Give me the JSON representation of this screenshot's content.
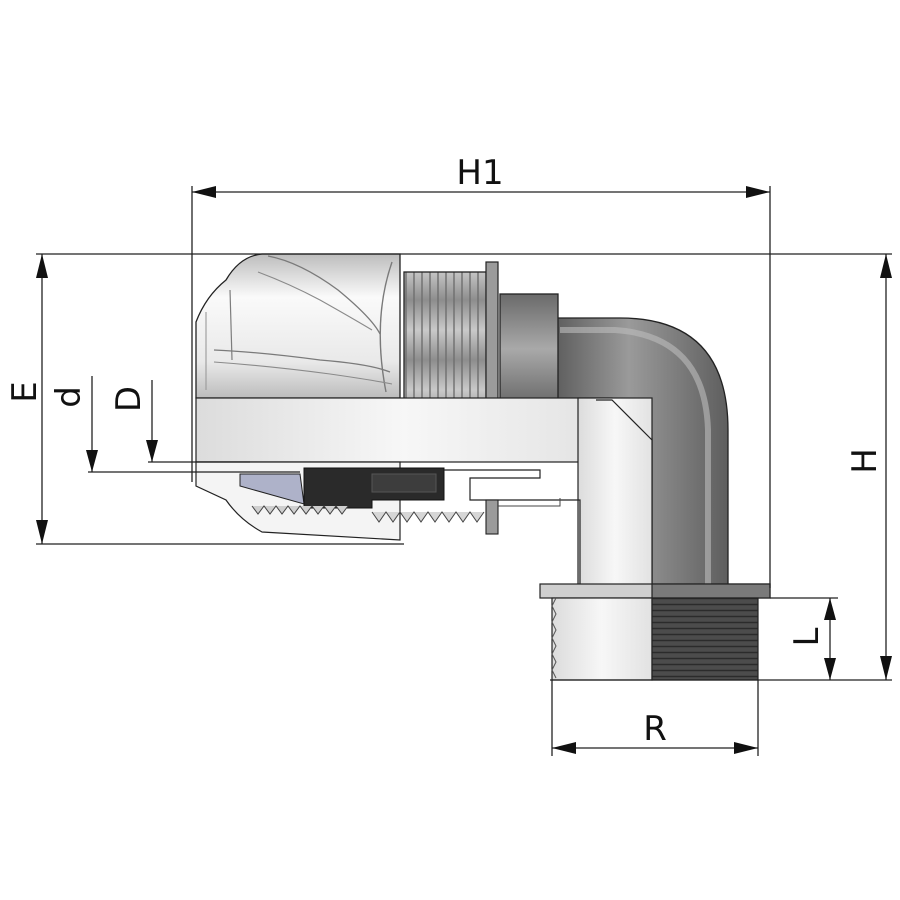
{
  "dimensions": {
    "h1": "H1",
    "h": "H",
    "e": "E",
    "d_small": "d",
    "d_large": "D",
    "l": "L",
    "r": "R"
  },
  "colors": {
    "line": "#222222",
    "body_dark": "#6e6e6e",
    "body_mid": "#a5a5a5",
    "body_light": "#e6e6e6",
    "section_face": "#f4f4f4",
    "nut_light": "#f2f2f2",
    "insert_dark": "#2a2a2a",
    "seal_blue": "#aeb2c9"
  }
}
